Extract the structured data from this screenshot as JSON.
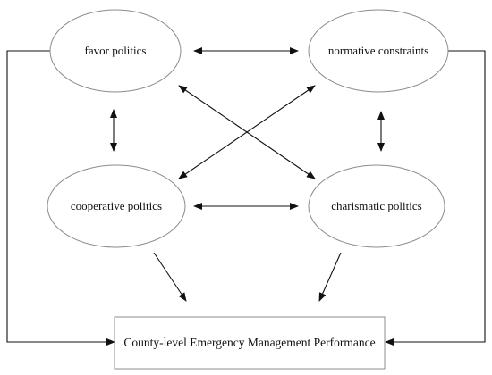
{
  "diagram": {
    "nodes": {
      "favor": {
        "label": "favor politics"
      },
      "normative": {
        "label": "normative constraints"
      },
      "cooperative": {
        "label": "cooperative politics"
      },
      "charismatic": {
        "label": "charismatic politics"
      }
    },
    "outcome": {
      "label": "County-level Emergency Management Performance"
    },
    "edges": [
      {
        "from": "favor",
        "to": "normative",
        "direction": "both"
      },
      {
        "from": "favor",
        "to": "cooperative",
        "direction": "both"
      },
      {
        "from": "normative",
        "to": "charismatic",
        "direction": "both"
      },
      {
        "from": "cooperative",
        "to": "charismatic",
        "direction": "both"
      },
      {
        "from": "favor",
        "to": "charismatic",
        "direction": "both"
      },
      {
        "from": "normative",
        "to": "cooperative",
        "direction": "both"
      },
      {
        "from": "cooperative",
        "to": "outcome",
        "direction": "forward"
      },
      {
        "from": "charismatic",
        "to": "outcome",
        "direction": "forward"
      },
      {
        "from": "favor",
        "to": "outcome",
        "direction": "forward",
        "style": "elbow-left"
      },
      {
        "from": "normative",
        "to": "outcome",
        "direction": "forward",
        "style": "elbow-right"
      }
    ],
    "colors": {
      "stroke": "#8c8c8c",
      "arrow": "#111111",
      "text": "#111111",
      "background": "#ffffff"
    }
  }
}
